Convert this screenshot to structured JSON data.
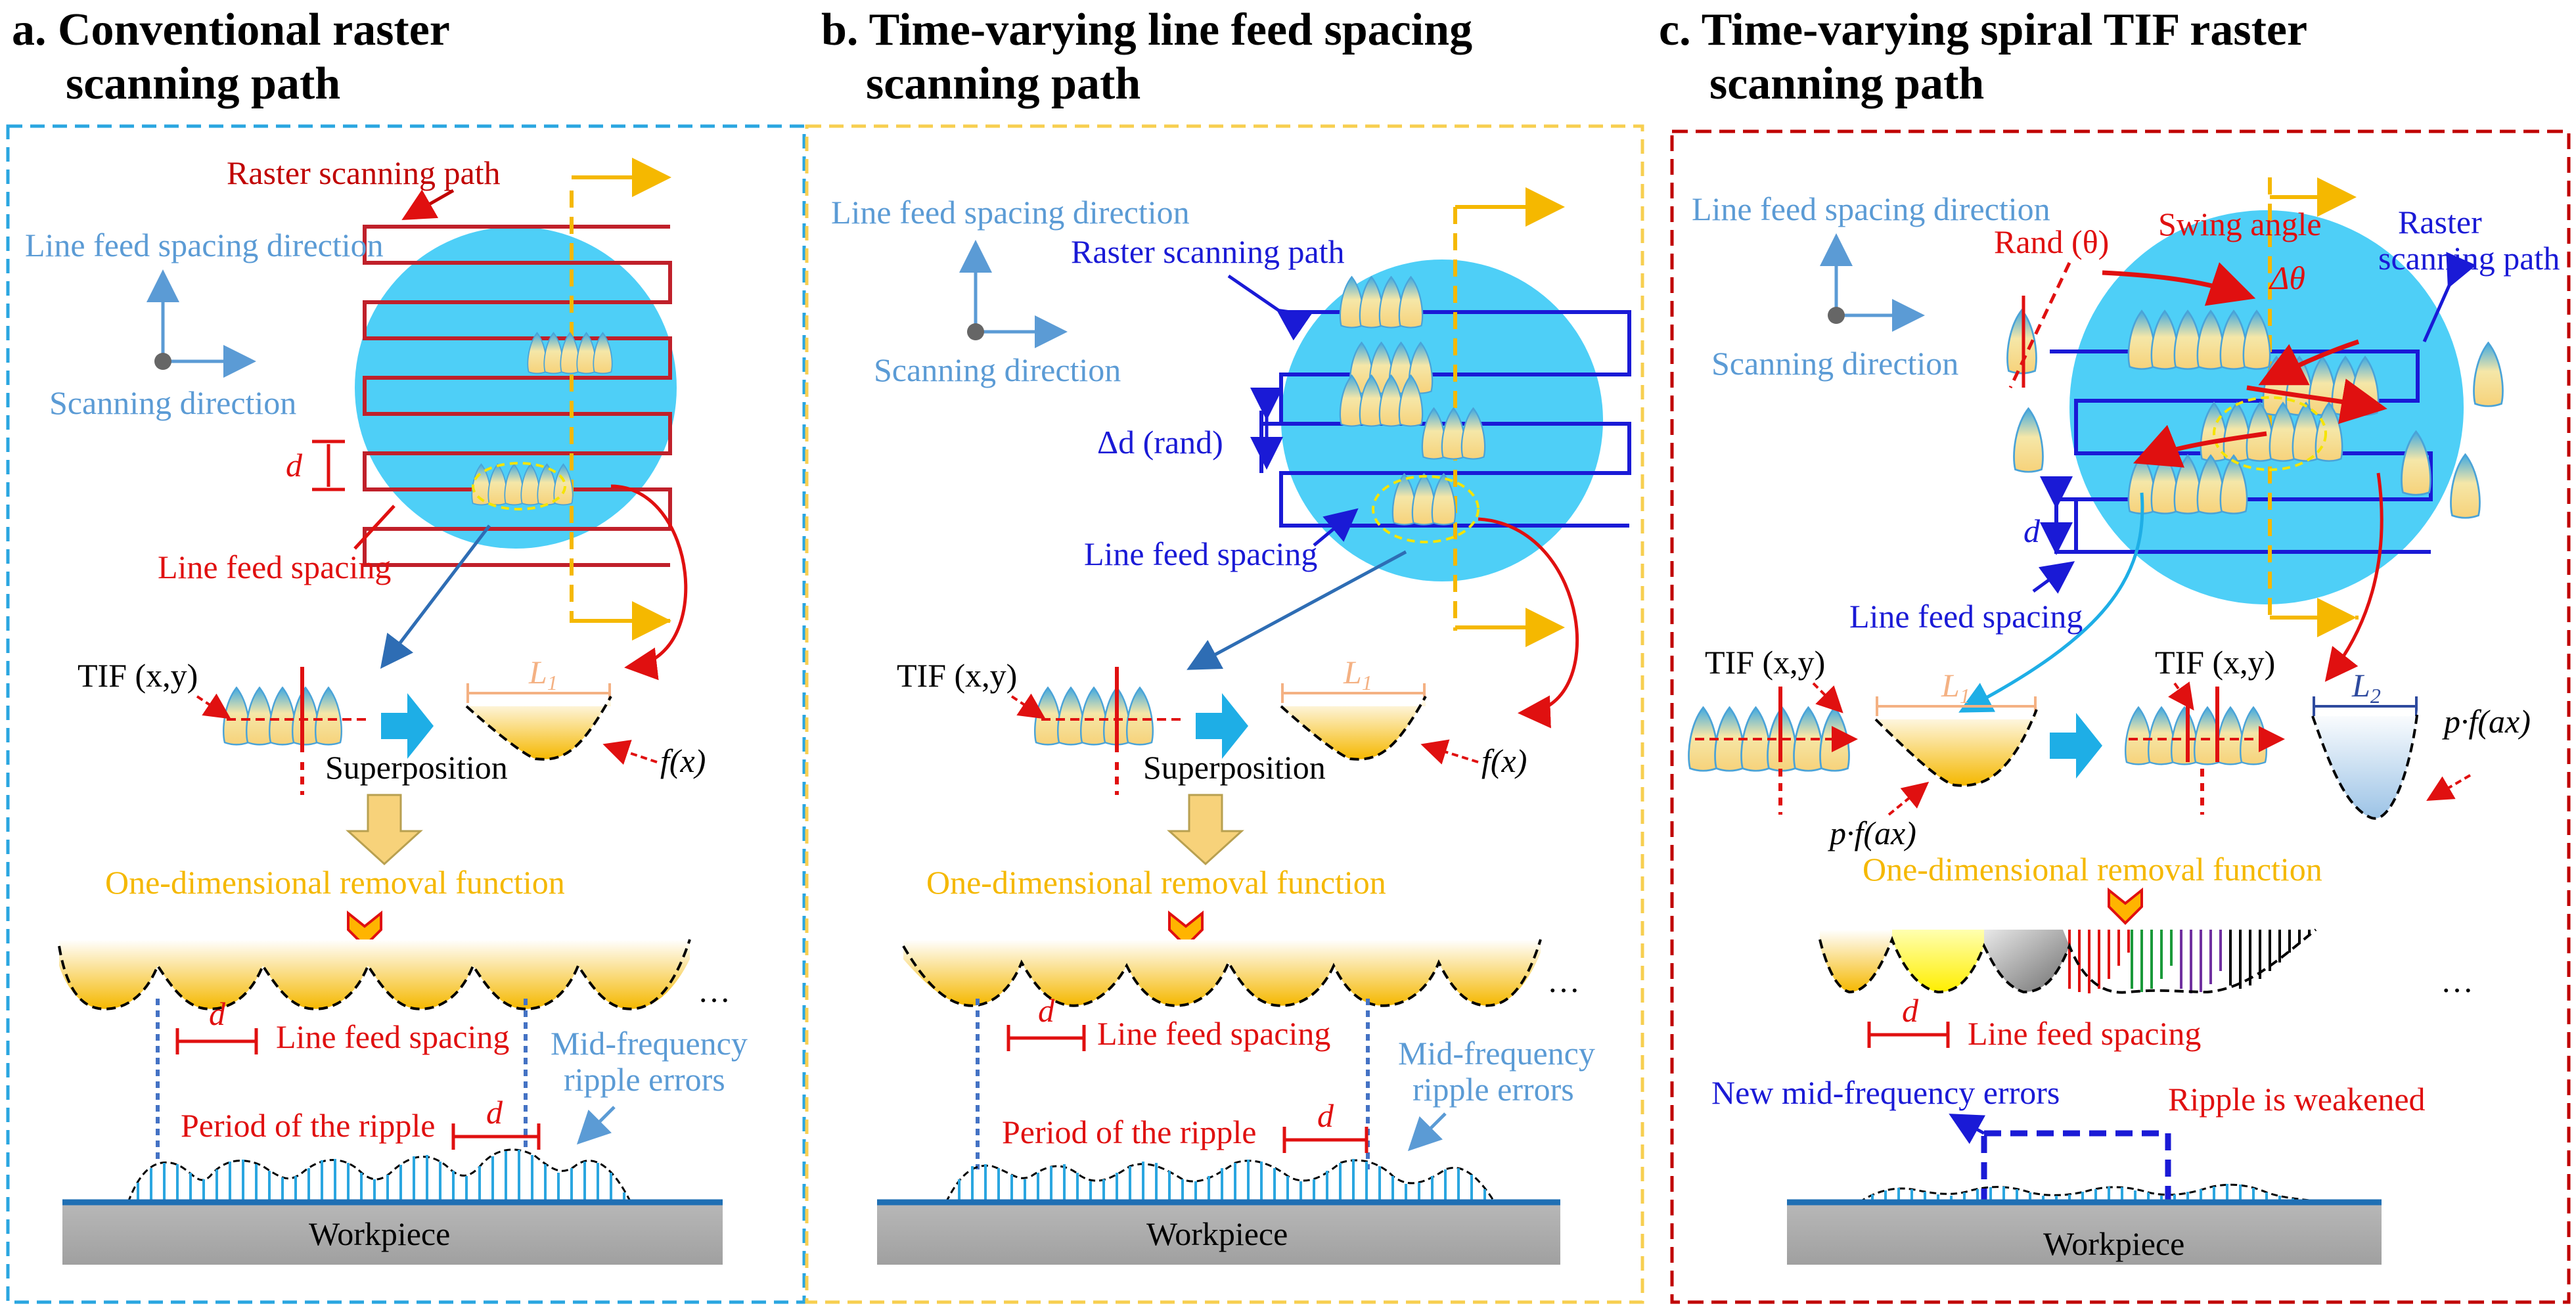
{
  "colors": {
    "blue_text": "#5B9BD5",
    "dark_blue": "#1a1ad6",
    "red": "#e01010",
    "orange": "#F5B800",
    "circle": "#4ECFF7",
    "dashed_a": "#2aa6e0",
    "dashed_b": "#f7cf50",
    "dashed_c": "#c00000"
  },
  "icons": [
    "axes-icon",
    "tif-shape-icon",
    "right-arrow-icon",
    "down-arrow-icon",
    "chevron-down-icon"
  ],
  "panel_a": {
    "title_line1": "a. Conventional raster",
    "title_line2": "scanning path",
    "raster_path": "Raster scanning path",
    "line_feed_dir": "Line feed spacing direction",
    "scan_dir": "Scanning direction",
    "d": "d",
    "line_feed_spacing": "Line feed spacing",
    "tif": "TIF (x,y)",
    "L1": "L",
    "L1_sub": "1",
    "fx": "f(x)",
    "superposition": "Superposition",
    "removal": "One-dimensional removal function",
    "ellipsis": "…",
    "lf_spacing2": "Line feed spacing",
    "mid_freq_1": "Mid-frequency",
    "mid_freq_2": "ripple errors",
    "period": "Period of the ripple",
    "workpiece": "Workpiece"
  },
  "panel_b": {
    "title_line1": "b. Time-varying line feed spacing",
    "title_line2": "scanning path",
    "line_feed_dir": "Line feed spacing direction",
    "raster_path": "Raster scanning path",
    "scan_dir": "Scanning direction",
    "delta_d": "Δd (rand)",
    "line_feed_spacing": "Line feed spacing",
    "tif": "TIF (x,y)",
    "L1": "L",
    "L1_sub": "1",
    "fx": "f(x)",
    "superposition": "Superposition",
    "removal": "One-dimensional removal function",
    "ellipsis": "…",
    "d": "d",
    "lf_spacing2": "Line feed spacing",
    "mid_freq_1": "Mid-frequency",
    "mid_freq_2": "ripple errors",
    "period": "Period of the ripple",
    "workpiece": "Workpiece"
  },
  "panel_c": {
    "title_line1": "c. Time-varying spiral TIF raster",
    "title_line2": "scanning path",
    "line_feed_dir": "Line feed spacing direction",
    "swing": "Swing angle",
    "raster_1": "Raster",
    "raster_2": "scanning path",
    "rand": "Rand (θ)",
    "delta_theta": "Δθ",
    "scan_dir": "Scanning direction",
    "d": "d",
    "line_feed_spacing": "Line feed spacing",
    "tif1": "TIF (x,y)",
    "L1": "L",
    "L1_sub": "1",
    "tif2": "TIF (x,y)",
    "L2": "L",
    "L2_sub": "2",
    "pfax1": "p·f(ax)",
    "pfax2": "p·f(ax)",
    "removal": "One-dimensional removal function",
    "ellipsis": "…",
    "lf_spacing2": "Line feed spacing",
    "new_errors": "New mid-frequency errors",
    "weakened": "Ripple is weakened",
    "workpiece": "Workpiece"
  }
}
